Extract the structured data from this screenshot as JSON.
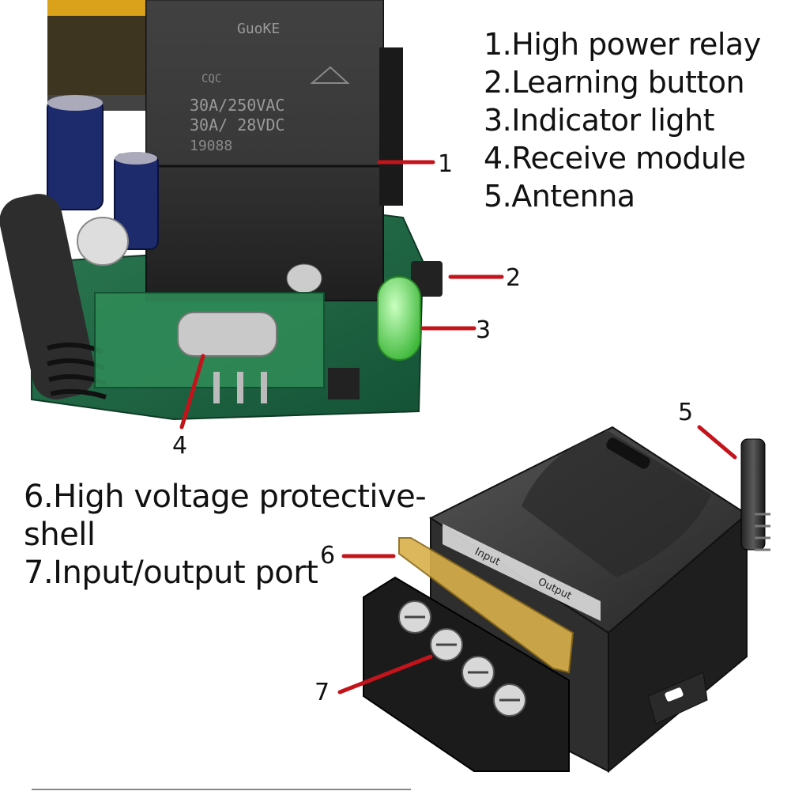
{
  "legend_top": [
    "1.High power relay",
    "2.Learning button",
    "3.Indicator light",
    "4.Receive module",
    "5.Antenna"
  ],
  "legend_bottom": [
    "6.High voltage protective-",
    "shell",
    "7.Input/output port"
  ],
  "callouts": [
    "1",
    "2",
    "3",
    "4",
    "5",
    "6",
    "7"
  ],
  "relay_markings": [
    "GuoKE",
    "CQC",
    "30A/250VAC",
    "30A/ 28VDC",
    "19088"
  ],
  "terminal_labels": [
    "Input",
    "Output"
  ],
  "colors": {
    "callout_line": "#c4141b",
    "pcb": "#1f6b45",
    "relay": "#2b2b2b",
    "shell": "#3a3a3a",
    "led": "#5fd35a"
  }
}
